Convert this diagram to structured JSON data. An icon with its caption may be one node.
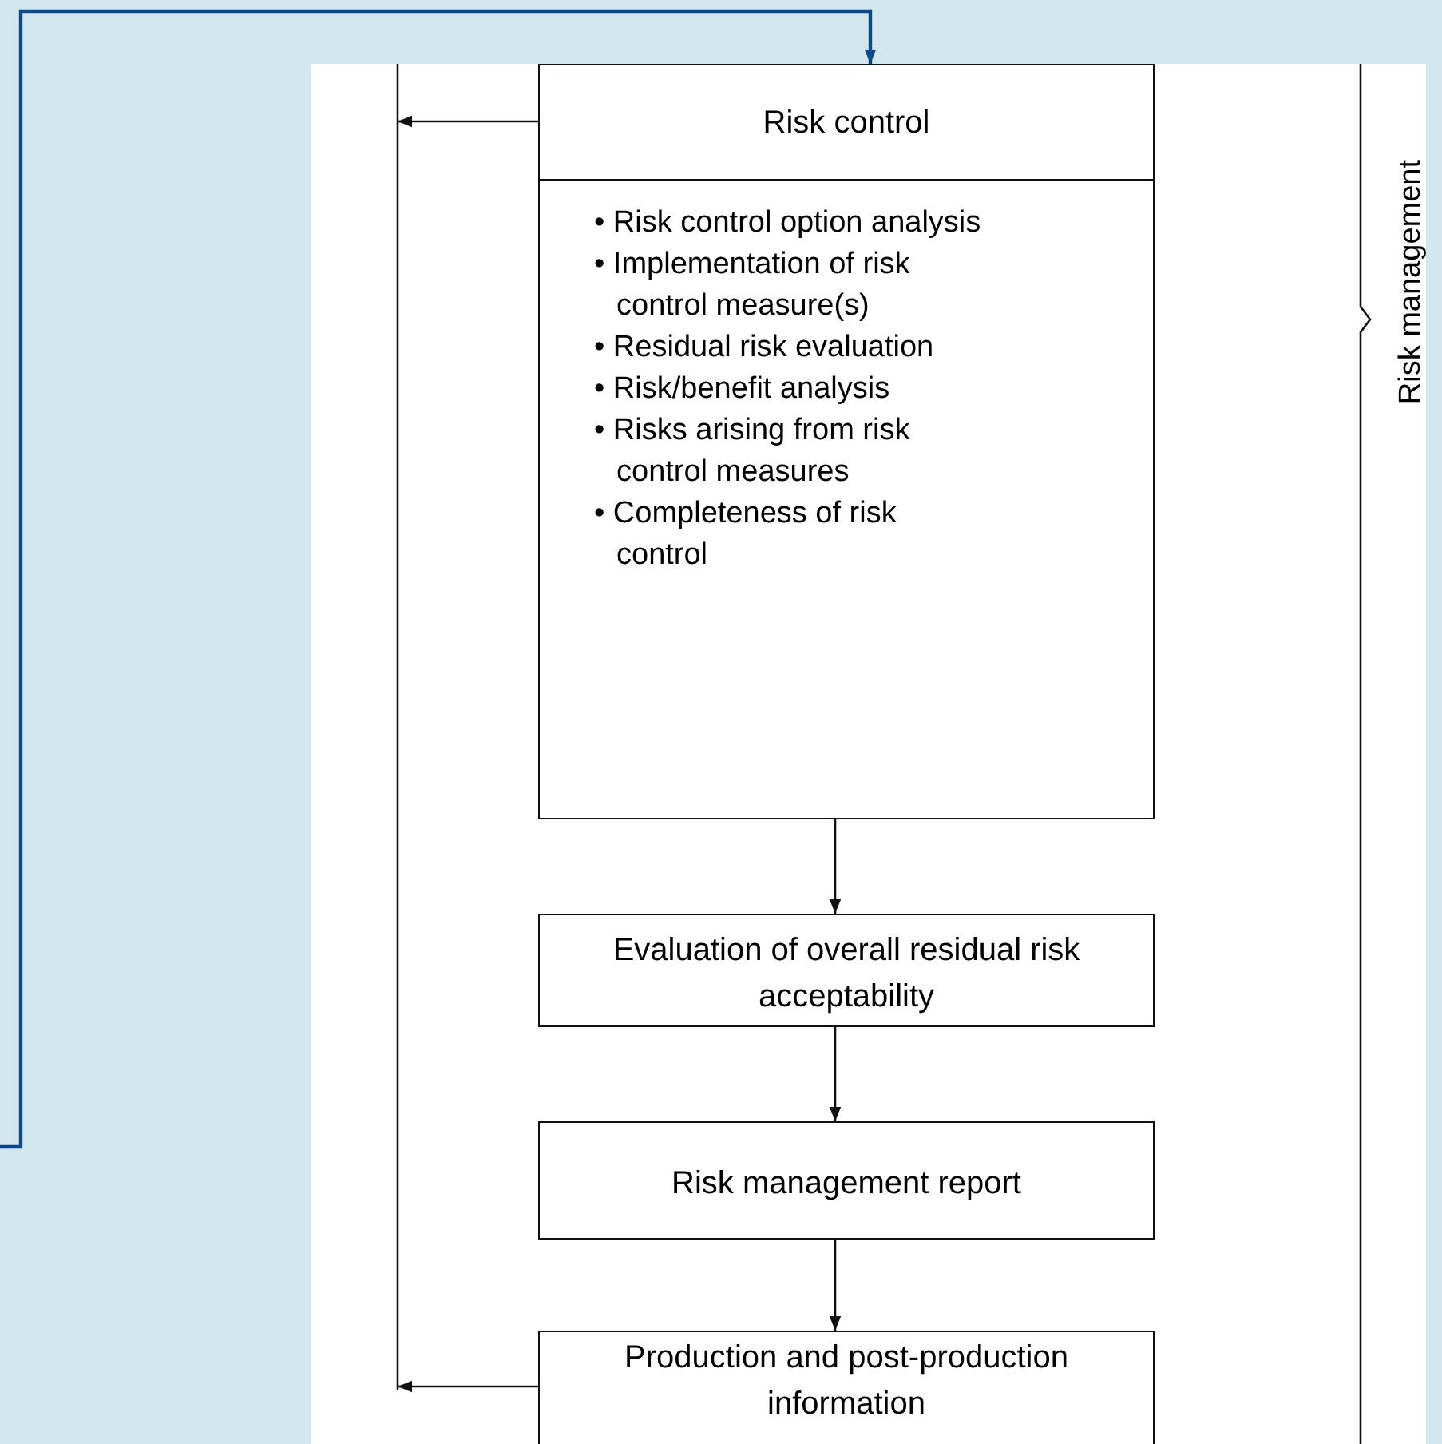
{
  "diagram": {
    "nodes": [
      {
        "text": [
          "Risk control",
          "• Risk control option analysis",
          "• Implementation of risk control measure(s)",
          "• Residual risk evaluation",
          "• Risk/benefit analysis",
          "• Risks arising from risk control measures",
          "• Completeness of risk control"
        ]
      },
      {
        "text": [
          "Evaluation of overall residual risk acceptability"
        ]
      },
      {
        "text": [
          "Risk management report"
        ]
      },
      {
        "text": [
          "Production and post-production information"
        ]
      }
    ],
    "edges": [
      {
        "from": null,
        "to": 0,
        "arrow": "to",
        "color": "#0b4a8b"
      },
      {
        "from": 0,
        "to": null,
        "arrow": "to"
      },
      {
        "from": 0,
        "to": 1,
        "arrow": "to"
      },
      {
        "from": 1,
        "to": 2,
        "arrow": "to"
      },
      {
        "from": 2,
        "to": 3,
        "arrow": "to"
      },
      {
        "from": 3,
        "to": null,
        "arrow": "to"
      }
    ],
    "labels": [
      "Risk management"
    ]
  }
}
